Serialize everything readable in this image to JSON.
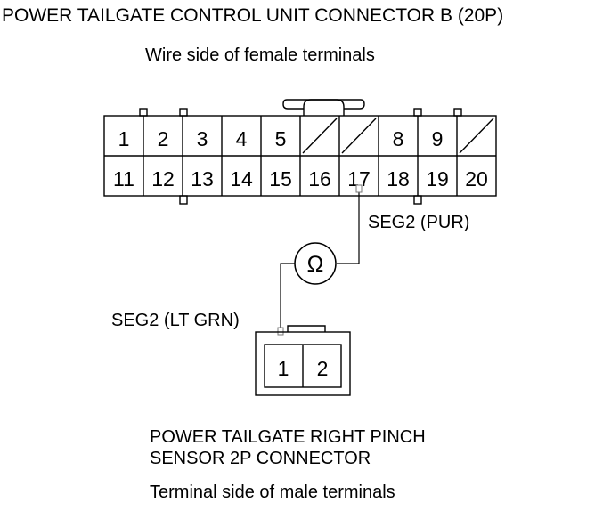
{
  "title": "POWER TAILGATE CONTROL UNIT CONNECTOR B (20P)",
  "connector_b": {
    "view": "Wire side of female terminals",
    "top_row": [
      "1",
      "2",
      "3",
      "4",
      "5",
      "",
      "",
      "8",
      "9",
      ""
    ],
    "bottom_row": [
      "11",
      "12",
      "13",
      "14",
      "15",
      "16",
      "17",
      "18",
      "19",
      "20"
    ]
  },
  "wires": {
    "pur_label": "SEG2 (PUR)",
    "grn_label": "SEG2 (LT GRN)",
    "meter_symbol": "Ω"
  },
  "sensor_connector": {
    "name_line1": "POWER TAILGATE RIGHT PINCH",
    "name_line2": "SENSOR 2P CONNECTOR",
    "terminals": [
      "1",
      "2"
    ],
    "view": "Terminal side of male terminals"
  }
}
